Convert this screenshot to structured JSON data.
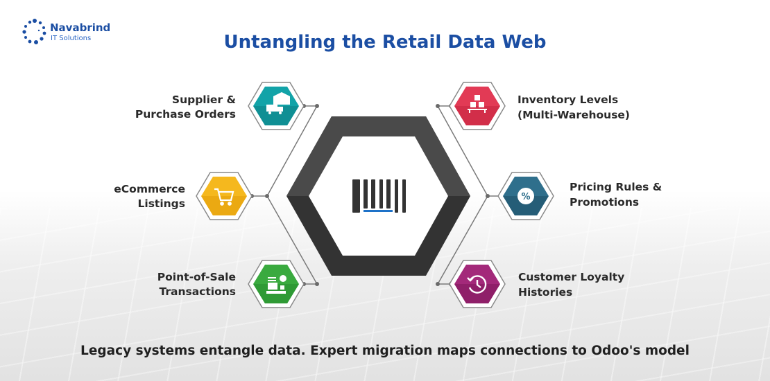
{
  "brand": {
    "name": "Navabrind",
    "tagline": "IT Solutions"
  },
  "title": "Untangling the Retail Data Web",
  "center": {
    "icon": "barcode-icon"
  },
  "nodes": {
    "supplier": {
      "line1": "Supplier &",
      "line2": "Purchase Orders",
      "icon": "warehouse-truck-icon",
      "color": "#12a3a8"
    },
    "ecommerce": {
      "line1": "eCommerce",
      "line2": "Listings",
      "icon": "shopping-cart-icon",
      "color": "#f5b81e"
    },
    "pos": {
      "line1": "Point-of-Sale",
      "line2": "Transactions",
      "icon": "cash-register-icon",
      "color": "#3aaa3f"
    },
    "inventory": {
      "line1": "Inventory Levels",
      "line2": "(Multi-Warehouse)",
      "icon": "boxes-pallet-icon",
      "color": "#e23a55"
    },
    "pricing": {
      "line1": "Pricing Rules &",
      "line2": "Promotions",
      "icon": "discount-badge-icon",
      "color": "#2f6f8c"
    },
    "loyalty": {
      "line1": "Customer Loyalty",
      "line2": "Histories",
      "icon": "history-clock-icon",
      "color": "#a3297a"
    }
  },
  "footer": "Legacy systems entangle data. Expert migration maps connections to Odoo's model"
}
